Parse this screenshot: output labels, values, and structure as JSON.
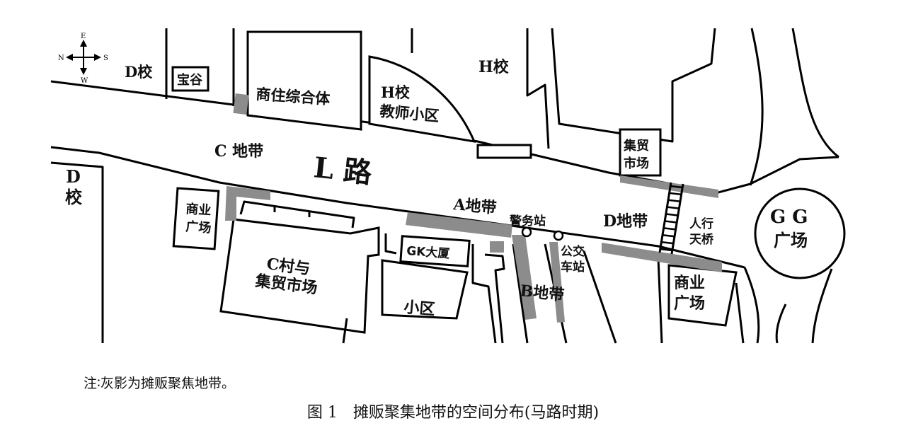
{
  "compass": {
    "n": "N",
    "s": "S",
    "e": "E",
    "w": "W"
  },
  "labels": {
    "d_school_top": "D校",
    "baogu": "宝谷",
    "commercial_complex": "商住综合体",
    "h_school_teachers_1": "H校",
    "h_school_teachers_2": "教师小区",
    "h_school": "H校",
    "market_1": "集贸",
    "market_2": "市场",
    "zone_c": "C 地带",
    "l_road": "L 路",
    "d_school_left_1": "D",
    "d_school_left_2": "校",
    "commercial_plaza_left_1": "商业",
    "commercial_plaza_left_2": "广场",
    "zone_a": "A地带",
    "police_station": "警务站",
    "zone_d": "D地带",
    "footbridge_1": "人行",
    "footbridge_2": "天桥",
    "gg_plaza_1": "G G",
    "gg_plaza_2": "广场",
    "village_c_1": "C村与",
    "village_c_2": "集贸市场",
    "gk_building": "GK大厦",
    "bus_stop_1": "公交",
    "bus_stop_2": "车站",
    "zone_b": "B地带",
    "commercial_plaza_right_1": "商业",
    "commercial_plaza_right_2": "广场",
    "residential": "小区"
  },
  "note": "注∶灰影为摊贩聚焦地带。",
  "caption": {
    "number": "图 1",
    "title": "摊贩聚集地带的空间分布(马路时期)"
  },
  "zone_color": "#8c8c8c"
}
